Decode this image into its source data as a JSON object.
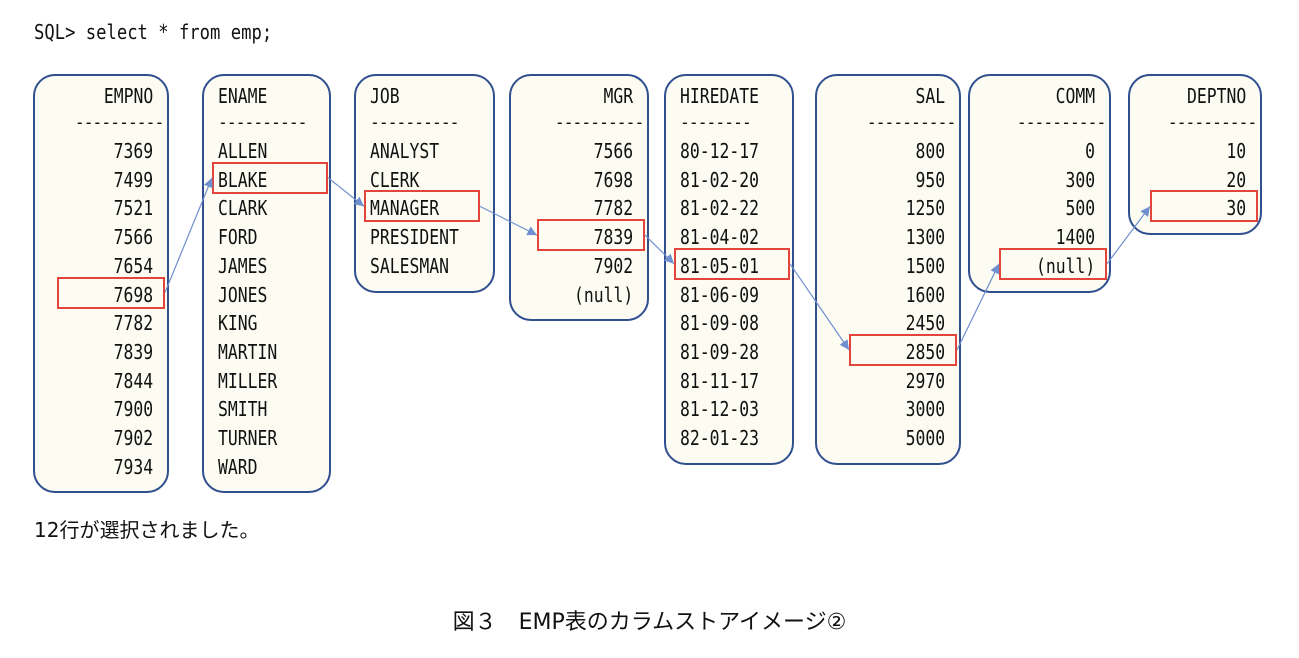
{
  "sql_prompt": "SQL> select * from emp;",
  "columns": [
    {
      "name": "EMPNO",
      "align": "right",
      "dashes": "----------",
      "values": [
        "7369",
        "7499",
        "7521",
        "7566",
        "7654",
        "7698",
        "7782",
        "7839",
        "7844",
        "7900",
        "7902",
        "7934"
      ]
    },
    {
      "name": "ENAME",
      "align": "left",
      "dashes": "----------",
      "values": [
        "ALLEN",
        "BLAKE",
        "CLARK",
        "FORD",
        "JAMES",
        "JONES",
        "KING",
        "MARTIN",
        "MILLER",
        "SMITH",
        "TURNER",
        "WARD"
      ]
    },
    {
      "name": "JOB",
      "align": "left",
      "dashes": "----------",
      "values": [
        "ANALYST",
        "CLERK",
        "MANAGER",
        "PRESIDENT",
        "SALESMAN"
      ]
    },
    {
      "name": "MGR",
      "align": "right",
      "dashes": "----------",
      "values": [
        "7566",
        "7698",
        "7782",
        "7839",
        "7902",
        "(null)"
      ]
    },
    {
      "name": "HIREDATE",
      "align": "left",
      "dashes": "--------",
      "values": [
        "80-12-17",
        "81-02-20",
        "81-02-22",
        "81-04-02",
        "81-05-01",
        "81-06-09",
        "81-09-08",
        "81-09-28",
        "81-11-17",
        "81-12-03",
        "82-01-23"
      ]
    },
    {
      "name": "SAL",
      "align": "right",
      "dashes": "----------",
      "values": [
        "800",
        "950",
        "1250",
        "1300",
        "1500",
        "1600",
        "2450",
        "2850",
        "2970",
        "3000",
        "5000"
      ]
    },
    {
      "name": "COMM",
      "align": "right",
      "dashes": "----------",
      "values": [
        "0",
        "300",
        "500",
        "1400",
        "(null)"
      ]
    },
    {
      "name": "DEPTNO",
      "align": "right",
      "dashes": "----------",
      "values": [
        "10",
        "20",
        "30"
      ]
    }
  ],
  "highlighted_row": {
    "EMPNO": "7698",
    "ENAME": "BLAKE",
    "JOB": "MANAGER",
    "MGR": "7839",
    "HIREDATE": "81-05-01",
    "SAL": "2850",
    "COMM": "(null)",
    "DEPTNO": "30"
  },
  "footer": "12行が選択されました。",
  "caption": "図３　EMP表のカラムストアイメージ②",
  "colors": {
    "border": "#2f4f8f",
    "highlight": "#e2453b",
    "arrow": "#6f8fcf",
    "panel": "#fcfcf3"
  }
}
